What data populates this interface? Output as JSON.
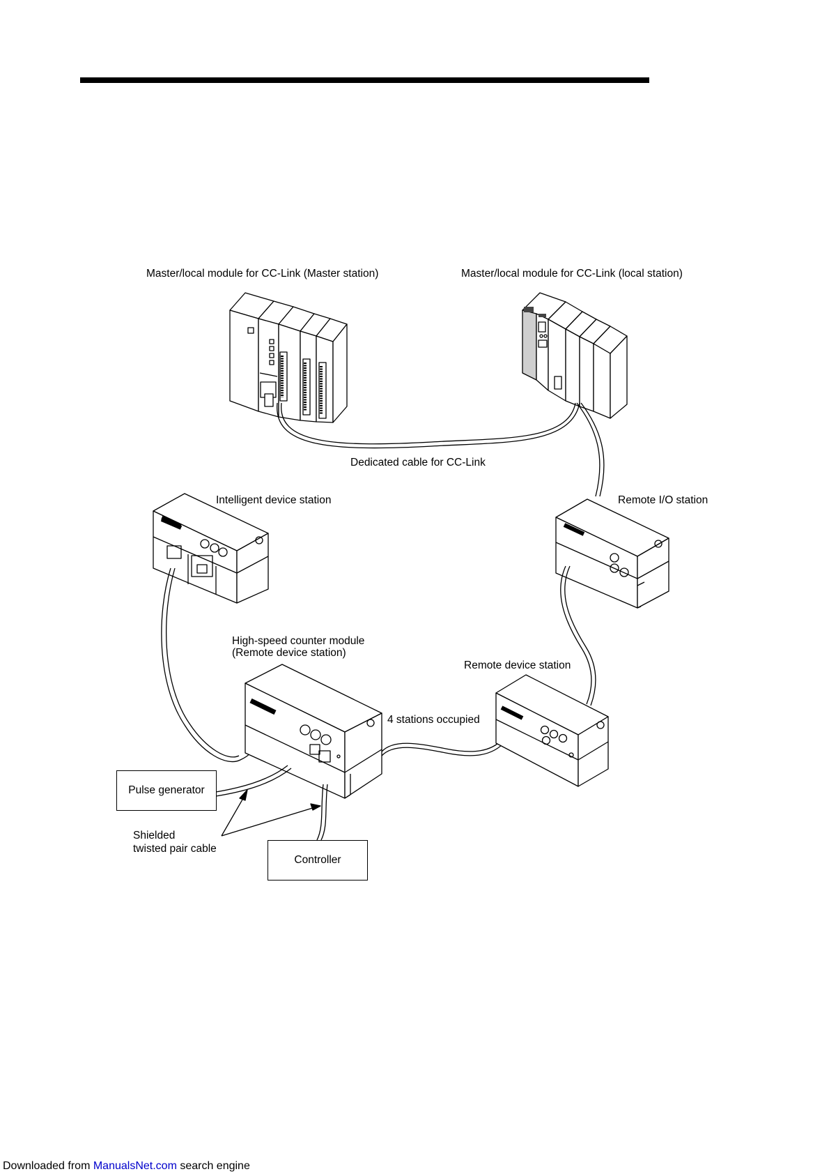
{
  "labels": {
    "master_station": "Master/local module for CC-Link (Master station)",
    "local_station": "Master/local module for CC-Link (local station)",
    "dedicated_cable": "Dedicated cable for CC-Link",
    "intelligent_device": "Intelligent device station",
    "remote_io": "Remote I/O station",
    "hs_counter_line1": "High-speed counter module",
    "hs_counter_line2": "(Remote device station)",
    "remote_device": "Remote device station",
    "stations_occupied": "4 stations occupied",
    "shielded_line1": "Shielded",
    "shielded_line2": "twisted pair cable"
  },
  "boxes": {
    "pulse_generator": "Pulse generator",
    "controller": "Controller"
  },
  "footer": {
    "prefix": "Downloaded from ",
    "link": "ManualsNet.com",
    "suffix": " search engine"
  },
  "colors": {
    "line": "#000000",
    "link": "#0000cc"
  }
}
